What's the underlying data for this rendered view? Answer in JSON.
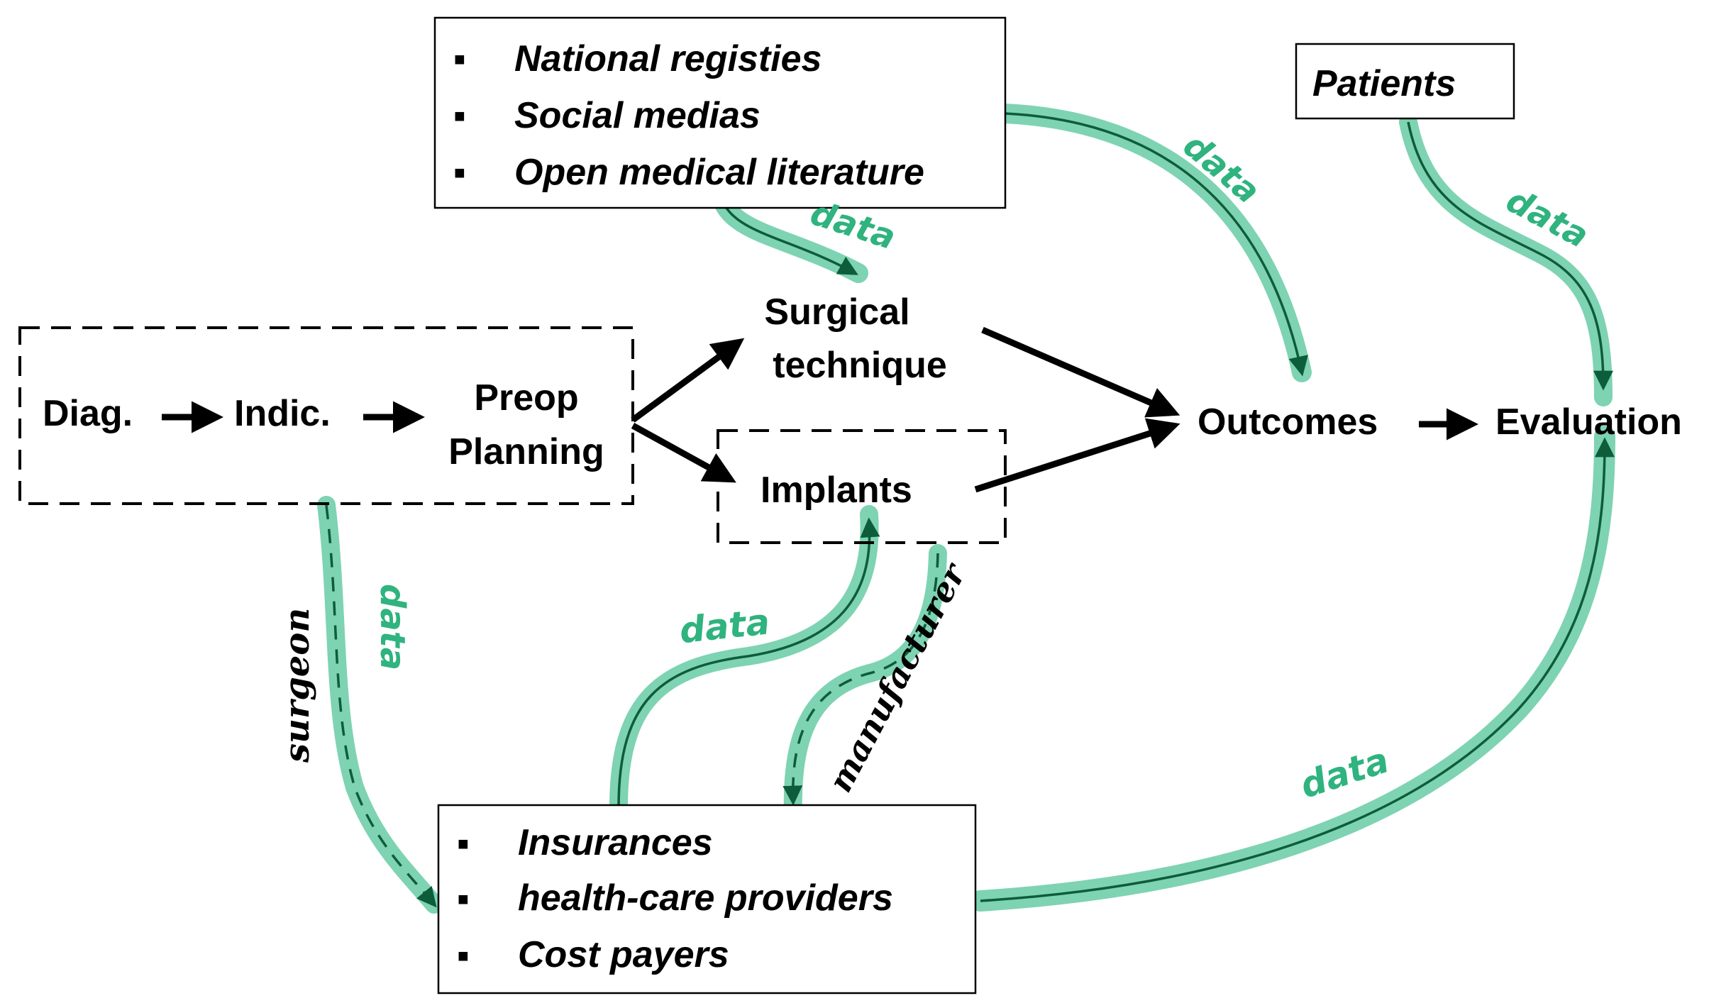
{
  "colors": {
    "band": "#7ed3b2",
    "line": "#0d5c3a",
    "label": "#2fb37f",
    "ink": "#000000"
  },
  "nodes": {
    "diag": "Diag.",
    "indic": "Indic.",
    "preop_line1": "Preop",
    "preop_line2": "Planning",
    "surgical_line1": "Surgical",
    "surgical_line2": "technique",
    "implants": "Implants",
    "outcomes": "Outcomes",
    "evaluation": "Evaluation"
  },
  "boxes": {
    "sources": {
      "items": [
        "National registies",
        "Social medias",
        "Open medical literature"
      ]
    },
    "patients": {
      "label": "Patients"
    },
    "payers": {
      "items": [
        "Insurances",
        "health-care providers",
        "Cost payers"
      ]
    }
  },
  "flow_labels": {
    "sources_to_outcomes": "data",
    "sources_to_surgical": "data",
    "patients_to_evaluation": "data",
    "preop_to_payers": "data",
    "payers_to_implants": "data",
    "payers_to_evaluation": "data"
  },
  "actors": {
    "surgeon": "surgeon",
    "manufacturer": "manufacturer"
  },
  "bullet_glyph": "■"
}
